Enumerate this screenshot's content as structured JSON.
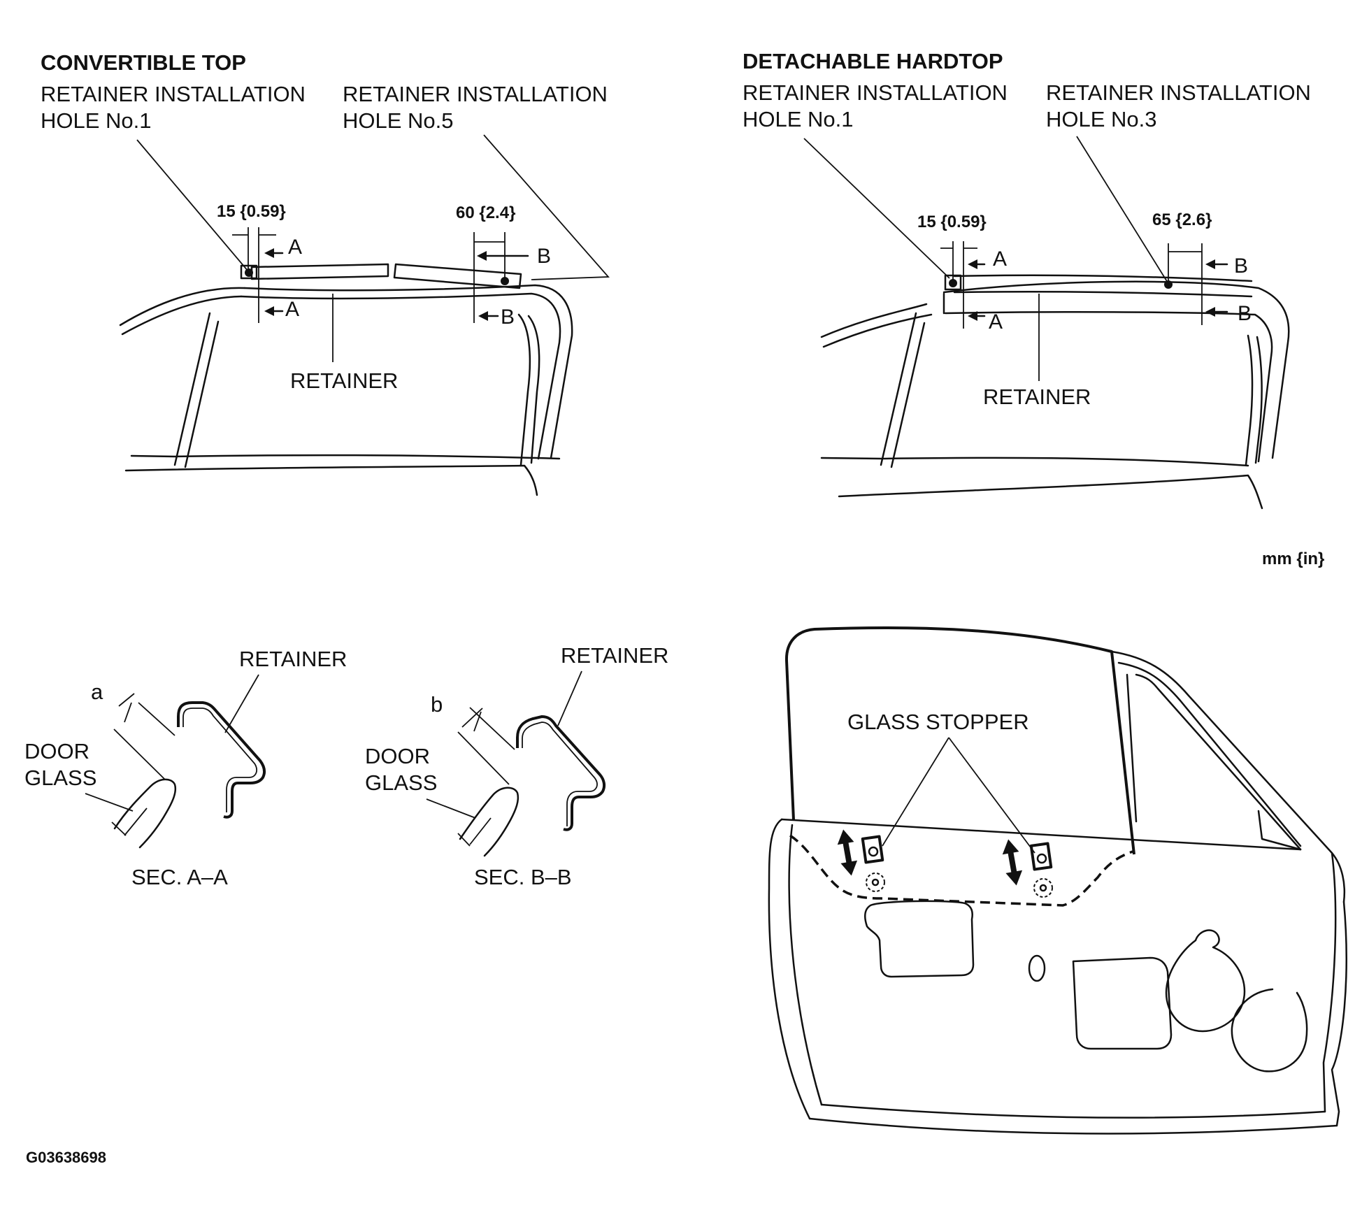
{
  "convertible": {
    "title": "CONVERTIBLE TOP",
    "hole1_line1": "RETAINER INSTALLATION",
    "hole1_line2": "HOLE No.1",
    "hole5_line1": "RETAINER INSTALLATION",
    "hole5_line2": "HOLE No.5",
    "dim_a": "15 {0.59}",
    "dim_b": "60 {2.4}",
    "retainer": "RETAINER",
    "mark_a": "A",
    "mark_b": "B"
  },
  "hardtop": {
    "title": "DETACHABLE HARDTOP",
    "hole1_line1": "RETAINER INSTALLATION",
    "hole1_line2": "HOLE No.1",
    "hole3_line1": "RETAINER INSTALLATION",
    "hole3_line2": "HOLE No.3",
    "dim_a": "15 {0.59}",
    "dim_b": "65 {2.6}",
    "retainer": "RETAINER",
    "mark_a": "A",
    "mark_b": "B"
  },
  "units": "mm {in}",
  "section_aa": {
    "retainer": "RETAINER",
    "dim": "a",
    "glass_line1": "DOOR",
    "glass_line2": "GLASS",
    "caption": "SEC. A–A"
  },
  "section_bb": {
    "retainer": "RETAINER",
    "dim": "b",
    "glass_line1": "DOOR",
    "glass_line2": "GLASS",
    "caption": "SEC. B–B"
  },
  "door": {
    "stopper_label": "GLASS STOPPER"
  },
  "figure_code": "G03638698"
}
